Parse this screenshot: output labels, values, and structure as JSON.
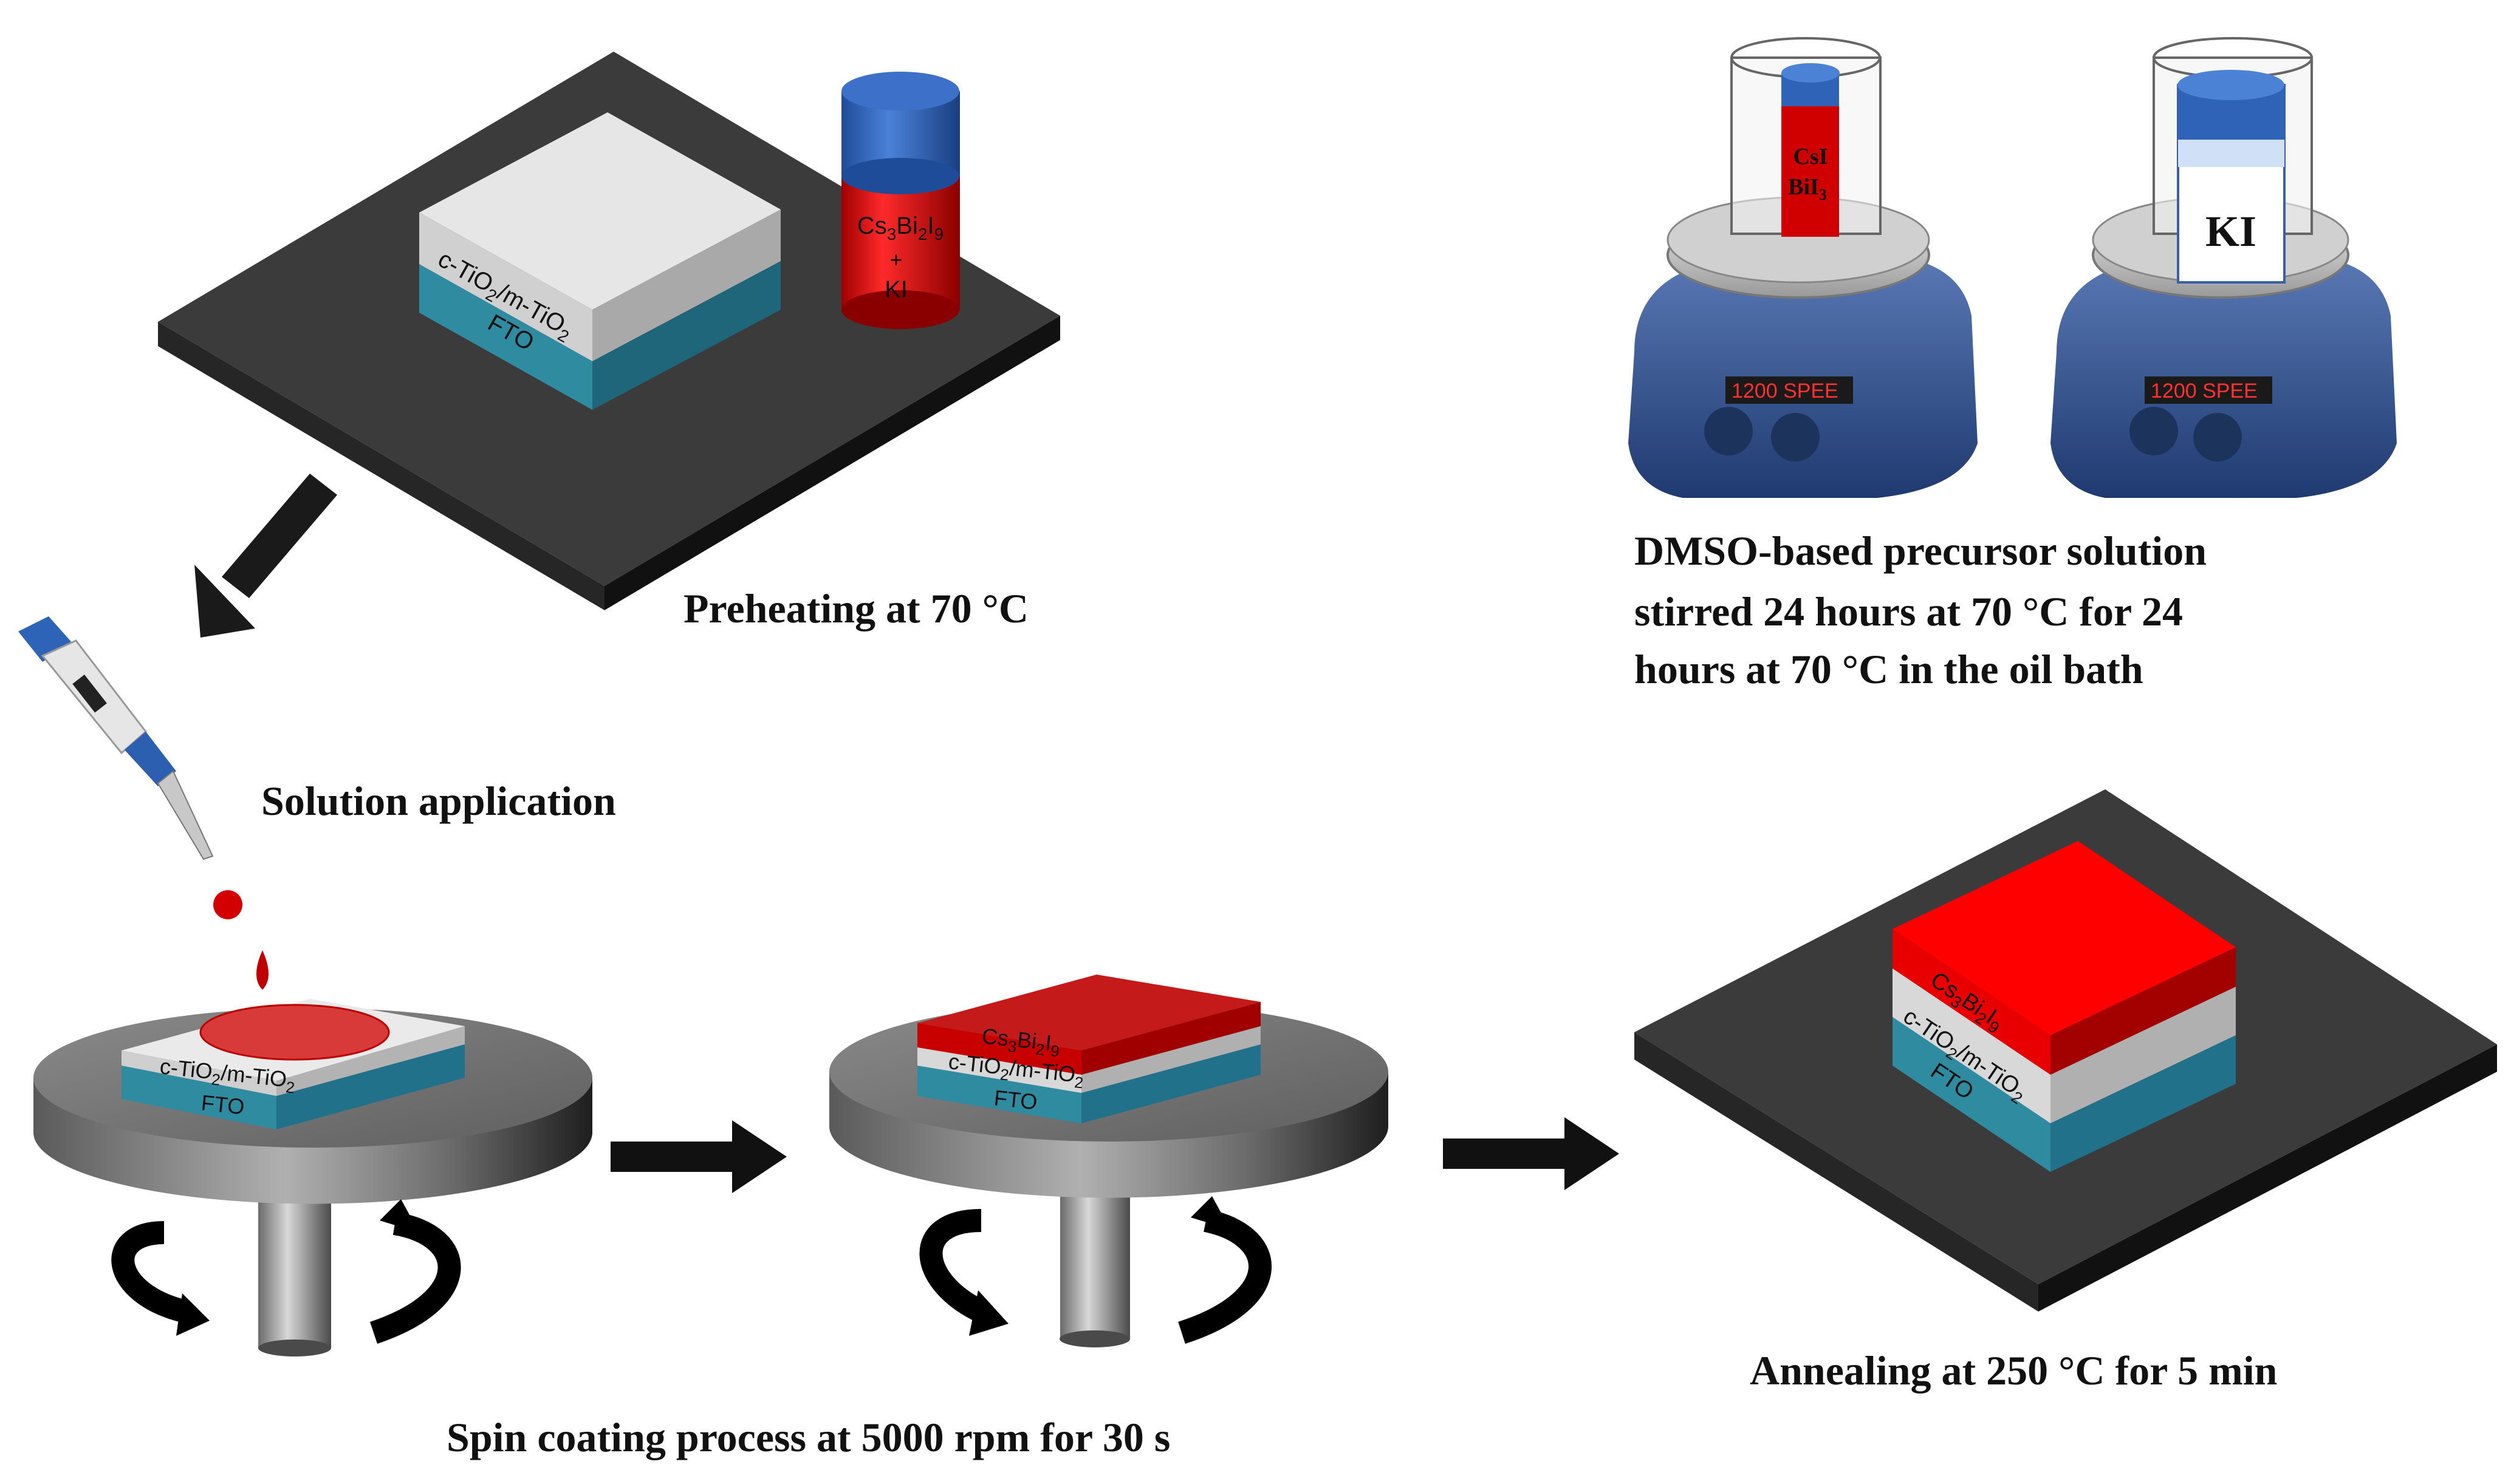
{
  "captions": {
    "preheating": "Preheating at 70 °C",
    "solution_application": "Solution application",
    "precursor_line1": "DMSO-based precursor solution",
    "precursor_line2": "stirred 24 hours at 70 °C for 24",
    "precursor_line3": "hours at 70 °C in the oil bath",
    "spin_coating": "Spin coating process at  5000 rpm for 30 s",
    "annealing": "Annealing at 250 °C for 5 min"
  },
  "layers": {
    "fto": "FTO",
    "tio2_prefix": "c-TiO",
    "tio2_mid": "/m-TiO",
    "sub2": "2",
    "perovskite_cs": "Cs",
    "perovskite_bi": "Bi",
    "perovskite_i": "I",
    "sub3": "3",
    "sub9": "9"
  },
  "vials": {
    "mix_plus": "+",
    "mix_ki": "KI",
    "stir1_line1": "CsI",
    "stir1_line2_base": "BiI",
    "stir1_line2_sub": "3",
    "stir2": "KI"
  },
  "stirrer_display": "1200 SPEE",
  "colors": {
    "hotplate": "#3a3a3a",
    "fto": "#2e8ba0",
    "tio2": "#d6d6d6",
    "perovskite": "#e01010",
    "vial_cap": "#2f63b8",
    "stirrer_body": "#2d4f8e"
  }
}
